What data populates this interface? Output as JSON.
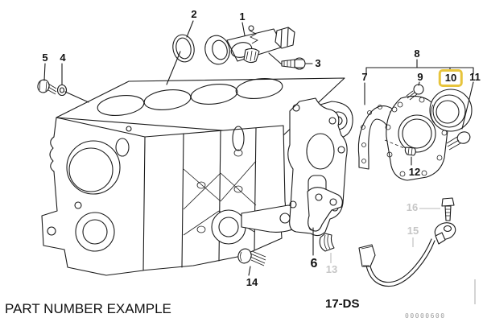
{
  "diagram": {
    "type": "exploded-parts-diagram",
    "subject": "engine block with sealing parts",
    "section_code": "17-DS",
    "doc_number": "00000600",
    "example_label": "PART NUMBER EXAMPLE"
  },
  "colors": {
    "line": "#1b1b1b",
    "highlight_box_border": "#e7c43c",
    "muted_label": "#c6c6c6",
    "background": "#ffffff"
  },
  "callouts": [
    {
      "num": "1",
      "style": "normal"
    },
    {
      "num": "2",
      "style": "normal"
    },
    {
      "num": "3",
      "style": "normal"
    },
    {
      "num": "4",
      "style": "normal"
    },
    {
      "num": "5",
      "style": "normal"
    },
    {
      "num": "6",
      "style": "normal"
    },
    {
      "num": "7",
      "style": "normal"
    },
    {
      "num": "8",
      "style": "normal"
    },
    {
      "num": "9",
      "style": "normal"
    },
    {
      "num": "10",
      "style": "highlighted"
    },
    {
      "num": "11",
      "style": "normal"
    },
    {
      "num": "12",
      "style": "normal"
    },
    {
      "num": "13",
      "style": "muted"
    },
    {
      "num": "14",
      "style": "normal"
    },
    {
      "num": "15",
      "style": "muted"
    },
    {
      "num": "16",
      "style": "muted"
    }
  ]
}
